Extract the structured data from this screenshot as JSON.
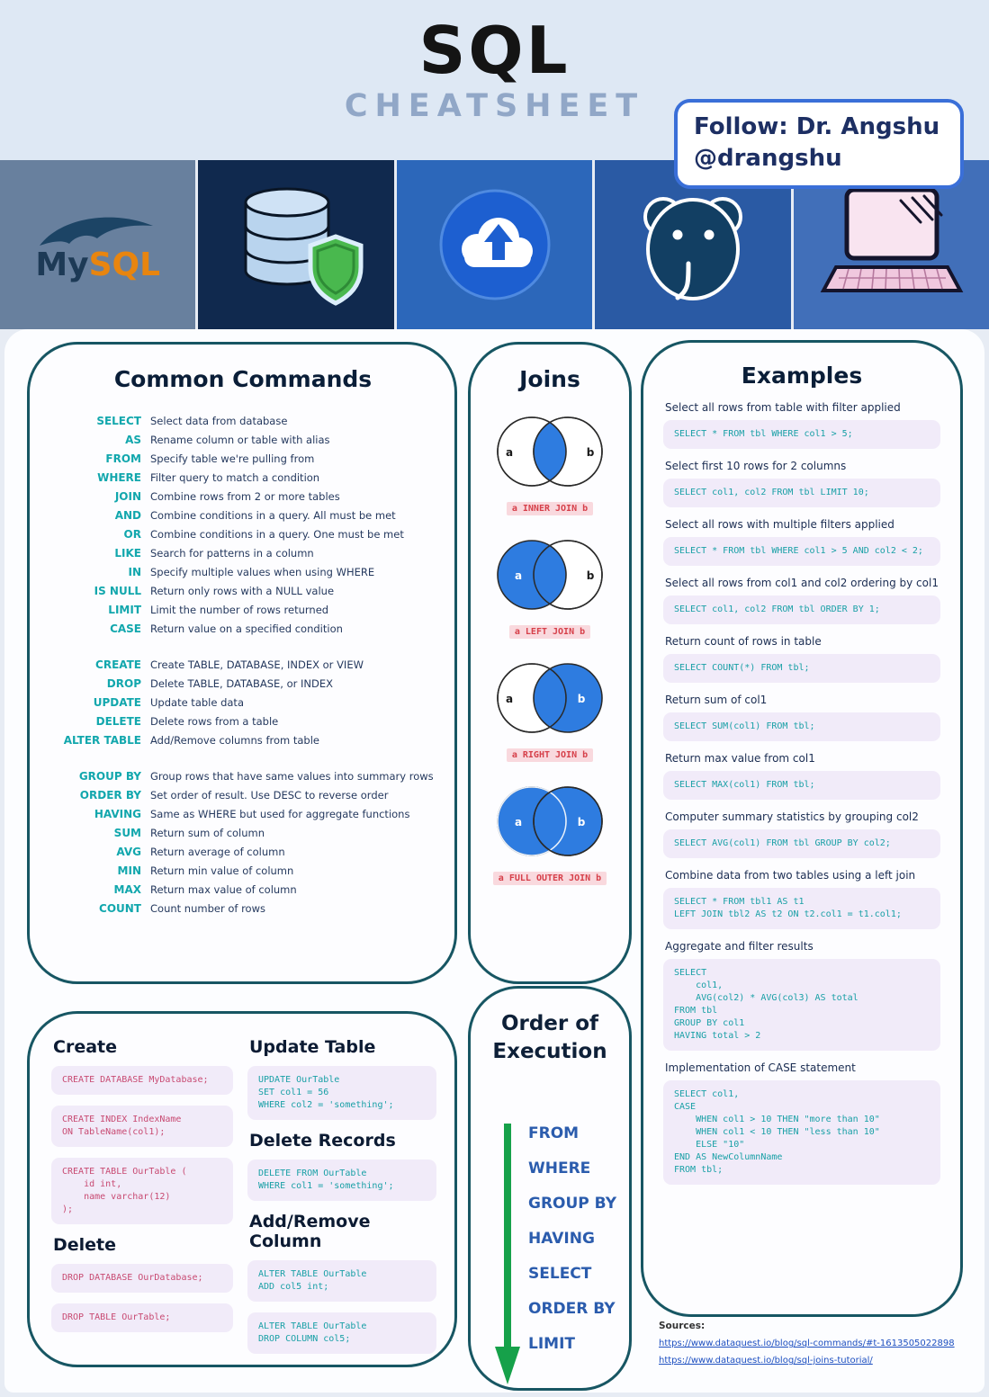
{
  "colors": {
    "accent_teal": "#12a7ad",
    "navy_text": "#25395e",
    "code_bg": "#f1ebf9",
    "code_teal": "#19a0a6",
    "code_pink": "#c84a72",
    "join_blue": "#2e7ce0",
    "caption_red": "#d6404a",
    "arrow_green": "#16a14a",
    "panel_border": "#175663",
    "badge_border": "#3a6fd8",
    "link_blue": "#1d4fc0"
  },
  "header": {
    "title": "SQL",
    "subtitle": "CHEATSHEET",
    "badge": {
      "line1": "Follow: Dr. Angshu",
      "line2": "@drangshu"
    },
    "mysql_my": "My",
    "mysql_sql": "SQL",
    "icons": [
      "mysql-logo",
      "database-shield-icon",
      "cloud-upload-icon",
      "postgresql-logo",
      "laptop-icon"
    ]
  },
  "common_commands": {
    "title": "Common Commands",
    "group1": [
      {
        "k": "SELECT",
        "d": "Select data from database"
      },
      {
        "k": "AS",
        "d": "Rename column or table with alias"
      },
      {
        "k": "FROM",
        "d": "Specify table we're pulling from"
      },
      {
        "k": "WHERE",
        "d": "Filter query to match a condition"
      },
      {
        "k": "JOIN",
        "d": "Combine rows from 2 or more tables"
      },
      {
        "k": "AND",
        "d": "Combine conditions in a query. All must be met"
      },
      {
        "k": "OR",
        "d": "Combine conditions in a query. One must be met"
      },
      {
        "k": "LIKE",
        "d": "Search for patterns in a column"
      },
      {
        "k": "IN",
        "d": "Specify multiple values when using WHERE"
      },
      {
        "k": "IS NULL",
        "d": "Return only rows with a NULL value"
      },
      {
        "k": "LIMIT",
        "d": "Limit the number of rows returned"
      },
      {
        "k": "CASE",
        "d": "Return value on a specified condition"
      }
    ],
    "group2": [
      {
        "k": "CREATE",
        "d": "Create TABLE, DATABASE, INDEX or VIEW"
      },
      {
        "k": "DROP",
        "d": "Delete TABLE, DATABASE, or INDEX"
      },
      {
        "k": "UPDATE",
        "d": "Update table data"
      },
      {
        "k": "DELETE",
        "d": "Delete rows from a table"
      },
      {
        "k": "ALTER TABLE",
        "d": "Add/Remove columns from table"
      }
    ],
    "group3": [
      {
        "k": "GROUP BY",
        "d": "Group rows that have same values into summary rows"
      },
      {
        "k": "ORDER BY",
        "d": "Set order of result. Use DESC to reverse order"
      },
      {
        "k": "HAVING",
        "d": "Same as WHERE but used for aggregate functions"
      },
      {
        "k": "SUM",
        "d": "Return sum of column"
      },
      {
        "k": "AVG",
        "d": "Return average of column"
      },
      {
        "k": "MIN",
        "d": "Return min value of column"
      },
      {
        "k": "MAX",
        "d": "Return max value of column"
      },
      {
        "k": "COUNT",
        "d": "Count number of rows"
      }
    ]
  },
  "joins": {
    "title": "Joins",
    "letter_a": "a",
    "letter_b": "b",
    "items": [
      {
        "label": "a INNER JOIN b"
      },
      {
        "label": "a LEFT JOIN b"
      },
      {
        "label": "a RIGHT JOIN b"
      },
      {
        "label": "a FULL OUTER JOIN b"
      }
    ]
  },
  "examples": {
    "title": "Examples",
    "items": [
      {
        "label": "Select all rows from table with filter applied",
        "code": "SELECT * FROM tbl WHERE col1 > 5;"
      },
      {
        "label": "Select first 10 rows for 2 columns",
        "code": "SELECT col1, col2 FROM tbl LIMIT 10;"
      },
      {
        "label": "Select all rows with multiple filters applied",
        "code": "SELECT * FROM tbl WHERE col1 > 5 AND col2 < 2;"
      },
      {
        "label": "Select all rows from col1 and col2 ordering by col1",
        "code": "SELECT col1, col2 FROM tbl ORDER BY 1;"
      },
      {
        "label": "Return count of rows in table",
        "code": "SELECT COUNT(*) FROM tbl;"
      },
      {
        "label": "Return sum of col1",
        "code": "SELECT SUM(col1) FROM tbl;"
      },
      {
        "label": "Return max value from col1",
        "code": "SELECT MAX(col1) FROM tbl;"
      },
      {
        "label": "Computer summary statistics by grouping col2",
        "code": "SELECT AVG(col1) FROM tbl GROUP BY col2;"
      },
      {
        "label": "Combine data from two tables using a left join",
        "code": "SELECT * FROM tbl1 AS t1\nLEFT JOIN tbl2 AS t2 ON t2.col1 = t1.col1;"
      },
      {
        "label": "Aggregate and filter results",
        "code": "SELECT\n    col1,\n    AVG(col2) * AVG(col3) AS total\nFROM tbl\nGROUP BY col1\nHAVING total > 2"
      },
      {
        "label": "Implementation of CASE statement",
        "code": "SELECT col1,\nCASE\n    WHEN col1 > 10 THEN \"more than 10\"\n    WHEN col1 < 10 THEN \"less than 10\"\n    ELSE \"10\"\nEND AS NewColumnName\nFROM tbl;"
      }
    ],
    "sources_label": "Sources:",
    "sources": [
      "https://www.dataquest.io/blog/sql-commands/#t-1613505022898",
      "https://www.dataquest.io/blog/sql-joins-tutorial/"
    ]
  },
  "ddl": {
    "create_title": "Create",
    "create_blocks": [
      "CREATE DATABASE MyDatabase;",
      "CREATE INDEX IndexName\nON TableName(col1);",
      "CREATE TABLE OurTable (\n    id int,\n    name varchar(12)\n);"
    ],
    "delete_title": "Delete",
    "delete_blocks": [
      "DROP DATABASE OurDatabase;",
      "DROP TABLE OurTable;"
    ],
    "update_title": "Update Table",
    "update_blocks": [
      "UPDATE OurTable\nSET col1 = 56\nWHERE col2 = 'something';"
    ],
    "delete_records_title": "Delete Records",
    "delete_records_blocks": [
      "DELETE FROM OurTable\nWHERE col1 = 'something';"
    ],
    "alter_title": "Add/Remove Column",
    "alter_blocks": [
      "ALTER TABLE OurTable\nADD col5 int;",
      "ALTER TABLE OurTable\nDROP COLUMN col5;"
    ]
  },
  "order_of_execution": {
    "title_line1": "Order of",
    "title_line2": "Execution",
    "steps": [
      "FROM",
      "WHERE",
      "GROUP BY",
      "HAVING",
      "SELECT",
      "ORDER BY",
      "LIMIT"
    ]
  }
}
